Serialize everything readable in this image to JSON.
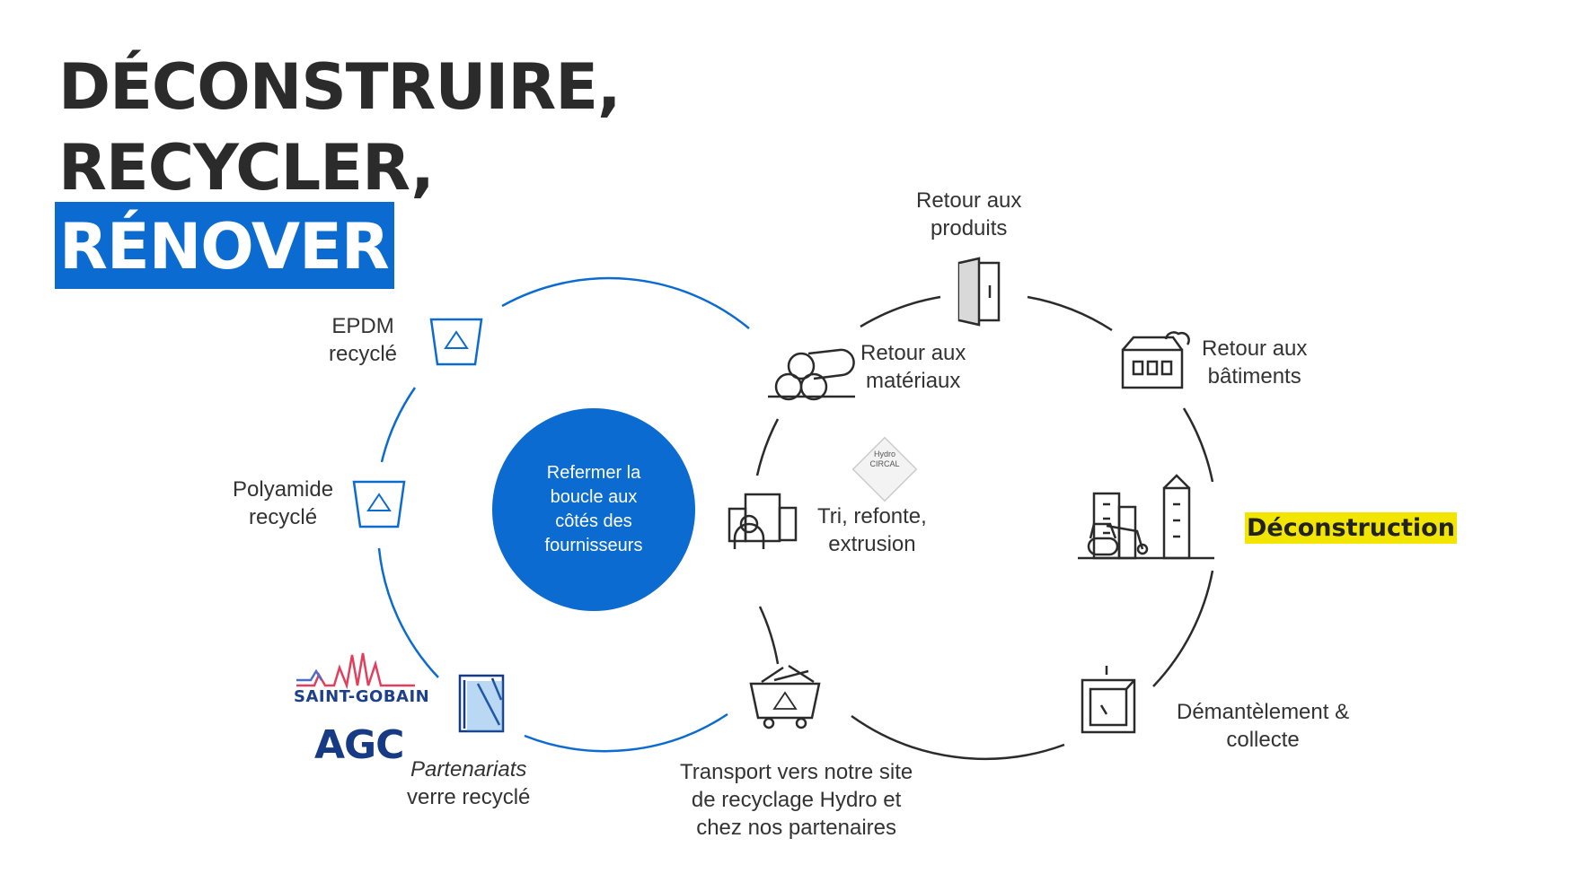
{
  "title": {
    "line1": "DÉCONSTRUIRE,",
    "line2": "RECYCLER,",
    "line3": "RÉNOVER"
  },
  "center": {
    "lines": [
      "Refermer la",
      "boucle aux",
      "côtés des",
      "fournisseurs"
    ]
  },
  "left_cycle": {
    "epdm": [
      "EPDM",
      "recyclé"
    ],
    "polyamide": [
      "Polyamide",
      "recyclé"
    ],
    "glass": [
      "Partenariats",
      "verre recyclé"
    ]
  },
  "logos": {
    "saint_gobain": "SAINT-GOBAIN",
    "agc": "AGC",
    "circal_brand": "Hydro",
    "circal_name": "CIRCAL"
  },
  "right_cycle": {
    "retour_produits": [
      "Retour aux",
      "produits"
    ],
    "retour_materiaux": [
      "Retour aux",
      "matériaux"
    ],
    "retour_batiments": [
      "Retour aux",
      "bâtiments"
    ],
    "tri": [
      "Tri, refonte,",
      "extrusion"
    ],
    "deconstruction": "Déconstruction",
    "demantelement": [
      "Démantèlement &",
      "collecte"
    ],
    "transport": [
      "Transport vers notre site",
      "de recyclage Hydro et",
      "chez nos partenaires"
    ]
  },
  "icons": {
    "recycle_bin": "recycle-bin-icon",
    "door": "door-icon",
    "logs": "logs-icon",
    "building": "building-icon",
    "factory": "factory-icon",
    "excavator": "excavator-icon",
    "frame": "window-frame-icon",
    "dumpster": "dumpster-icon",
    "glass": "glass-panel-icon"
  },
  "colors": {
    "accent": "#0c6bd1",
    "highlight": "#f2e600",
    "text": "#333333",
    "line": "#2b2b2b"
  }
}
